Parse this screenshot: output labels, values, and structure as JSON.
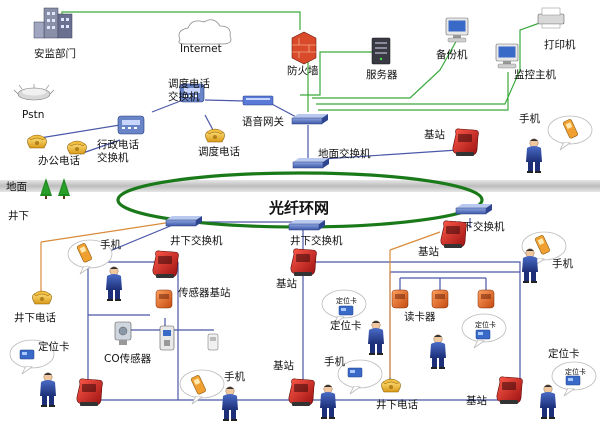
{
  "colors": {
    "ring": "#1a7a1a",
    "link_blue": "#4a58a8",
    "link_green": "#3aa93a",
    "link_orange": "#d98a3a",
    "ground": "#aaaaaa",
    "station_red": "#c81e1e",
    "reader_orange": "#e06a1a"
  },
  "labels": {
    "safety_dept": "安监部门",
    "internet": "Internet",
    "firewall": "防火墙",
    "server": "服务器",
    "backup": "备份机",
    "printer": "打印机",
    "monitor_host": "监控主机",
    "pstn": "Pstn",
    "dispatch_switch": "调度电话\n交换机",
    "voice_gateway": "语音网关",
    "admin_switch": "行政电话\n交换机",
    "office_phone": "办公电话",
    "dispatch_phone": "调度电话",
    "ground_switch": "地面交换机",
    "base_station_top": "基站",
    "mobile_top": "手机",
    "ground": "地面",
    "underground": "井下",
    "fiber_ring": "光纤环网",
    "ug_switch_left": "井下交换机",
    "ug_switch_mid": "井下交换机",
    "ug_switch_right": "井下交换机",
    "mobile_1": "手机",
    "base_station_r1": "基站",
    "mobile_r1": "手机",
    "sensor_station": "传感器基站",
    "base_station_mid": "基站",
    "underground_phone_left": "井下电话",
    "locator_card_1": "定位卡",
    "reader": "读卡器",
    "locator_card_2": "定位卡",
    "co_sensor": "CO传感器",
    "mobile_2": "手机",
    "mobile_3": "手机",
    "underground_phone_mid": "井下电话",
    "base_station_bottom": "基站",
    "locator_card_3": "定位卡",
    "bubble_text": "定位卡"
  }
}
